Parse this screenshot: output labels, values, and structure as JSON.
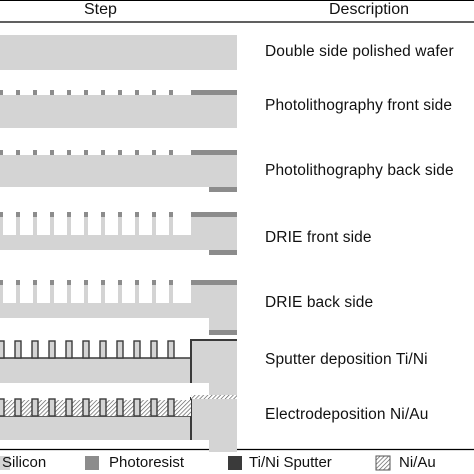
{
  "header": {
    "step_label": "Step",
    "description_label": "Description"
  },
  "steps": [
    {
      "description": "Double side polished wafer"
    },
    {
      "description": "Photolithography front side"
    },
    {
      "description": "Photolithography back side"
    },
    {
      "description": "DRIE front side"
    },
    {
      "description": "DRIE back side"
    },
    {
      "description": "Sputter deposition Ti/Ni"
    },
    {
      "description": "Electrodeposition Ni/Au"
    }
  ],
  "legend": [
    {
      "label": "Silicon",
      "color": "#d4d4d4"
    },
    {
      "label": "Photoresist",
      "color": "#8c8c8c"
    },
    {
      "label": "Ti/Ni Sputter",
      "color": "#3a3a3a"
    },
    {
      "label": "Ni/Au",
      "color": "#ffffff",
      "pattern": "diagonal-hatch"
    }
  ],
  "colors": {
    "silicon": "#d4d4d4",
    "photoresist": "#8c8c8c",
    "sputter": "#3a3a3a",
    "rule": "#000000"
  }
}
